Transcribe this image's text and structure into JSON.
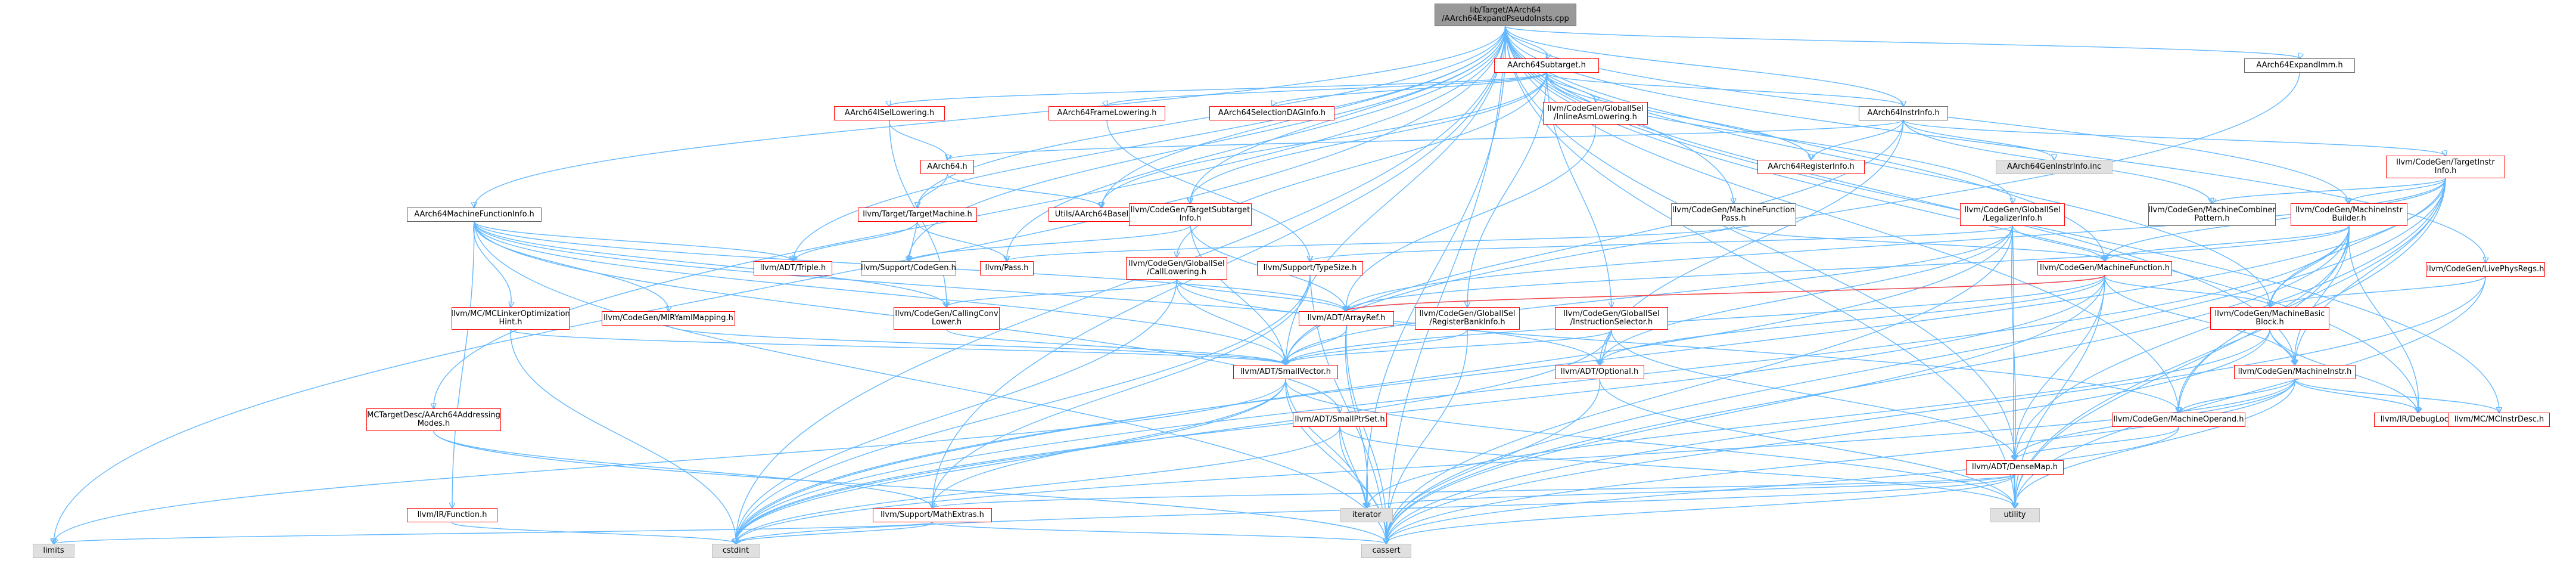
{
  "colors": {
    "edge": "#63b8ff",
    "edge_highlight": "#ff4040",
    "node_border_red": "#ff0000",
    "node_border_gray": "#666666",
    "root_fill": "#999999",
    "std_fill": "#e0e0e0"
  },
  "nodes": [
    {
      "id": "root",
      "kind": "root",
      "lines": [
        "lib/Target/AArch64",
        "/AArch64ExpandPseudoInsts.cpp"
      ]
    },
    {
      "id": "subtarget",
      "kind": "red",
      "lines": [
        "AArch64Subtarget.h"
      ]
    },
    {
      "id": "expandimm",
      "kind": "ext",
      "lines": [
        "AArch64ExpandImm.h"
      ]
    },
    {
      "id": "isellowering",
      "kind": "red",
      "lines": [
        "AArch64ISelLowering.h"
      ]
    },
    {
      "id": "framelowering",
      "kind": "red",
      "lines": [
        "AArch64FrameLowering.h"
      ]
    },
    {
      "id": "selectiondag",
      "kind": "red",
      "lines": [
        "AArch64SelectionDAGInfo.h"
      ]
    },
    {
      "id": "inlineasm",
      "kind": "red",
      "lines": [
        "llvm/CodeGen/GlobalISel",
        "/InlineAsmLowering.h"
      ]
    },
    {
      "id": "instrinfo",
      "kind": "ext",
      "lines": [
        "AArch64InstrInfo.h"
      ]
    },
    {
      "id": "aarch64h",
      "kind": "red",
      "lines": [
        "AArch64.h"
      ]
    },
    {
      "id": "reginfo",
      "kind": "red",
      "lines": [
        "AArch64RegisterInfo.h"
      ]
    },
    {
      "id": "geninstrinfo",
      "kind": "std",
      "lines": [
        "AArch64GenInstrInfo.inc"
      ]
    },
    {
      "id": "targetinstrinfo",
      "kind": "red",
      "lines": [
        "llvm/CodeGen/TargetInstr",
        "Info.h"
      ]
    },
    {
      "id": "machinefuncinfo",
      "kind": "ext",
      "lines": [
        "AArch64MachineFunctionInfo.h"
      ]
    },
    {
      "id": "targetmachine",
      "kind": "red",
      "lines": [
        "llvm/Target/TargetMachine.h"
      ]
    },
    {
      "id": "basicinfo",
      "kind": "red",
      "lines": [
        "Utils/AArch64BaseInfo.h"
      ]
    },
    {
      "id": "targetsubtarget",
      "kind": "red",
      "lines": [
        "llvm/CodeGen/TargetSubtarget",
        "Info.h"
      ]
    },
    {
      "id": "mfpass",
      "kind": "ext",
      "lines": [
        "llvm/CodeGen/MachineFunction",
        "Pass.h"
      ]
    },
    {
      "id": "legalizer",
      "kind": "red",
      "lines": [
        "llvm/CodeGen/GlobalISel",
        "/LegalizerInfo.h"
      ]
    },
    {
      "id": "combiner",
      "kind": "ext",
      "lines": [
        "llvm/CodeGen/MachineCombiner",
        "Pattern.h"
      ]
    },
    {
      "id": "mibuilder",
      "kind": "red",
      "lines": [
        "llvm/CodeGen/MachineInstr",
        "Builder.h"
      ]
    },
    {
      "id": "livephys",
      "kind": "red",
      "lines": [
        "llvm/CodeGen/LivePhysRegs.h"
      ]
    },
    {
      "id": "triple",
      "kind": "red",
      "lines": [
        "llvm/ADT/Triple.h"
      ]
    },
    {
      "id": "codegen",
      "kind": "ext",
      "lines": [
        "llvm/Support/CodeGen.h"
      ]
    },
    {
      "id": "pass",
      "kind": "red",
      "lines": [
        "llvm/Pass.h"
      ]
    },
    {
      "id": "calllowering",
      "kind": "red",
      "lines": [
        "llvm/CodeGen/GlobalISel",
        "/CallLowering.h"
      ]
    },
    {
      "id": "typesize",
      "kind": "red",
      "lines": [
        "llvm/Support/TypeSize.h"
      ]
    },
    {
      "id": "machinefunction",
      "kind": "red",
      "lines": [
        "llvm/CodeGen/MachineFunction.h"
      ]
    },
    {
      "id": "mclinker",
      "kind": "red",
      "lines": [
        "llvm/MC/MCLinkerOptimization",
        "Hint.h"
      ]
    },
    {
      "id": "mirmapping",
      "kind": "red",
      "lines": [
        "llvm/CodeGen/MIRYamlMapping.h"
      ]
    },
    {
      "id": "callingconv",
      "kind": "red",
      "lines": [
        "llvm/CodeGen/CallingConv",
        "Lower.h"
      ]
    },
    {
      "id": "arrayref",
      "kind": "red",
      "lines": [
        "llvm/ADT/ArrayRef.h"
      ]
    },
    {
      "id": "regbank",
      "kind": "red",
      "lines": [
        "llvm/CodeGen/GlobalISel",
        "/RegisterBankInfo.h"
      ]
    },
    {
      "id": "instselector",
      "kind": "red",
      "lines": [
        "llvm/CodeGen/GlobalISel",
        "/InstructionSelector.h"
      ]
    },
    {
      "id": "mbb",
      "kind": "red",
      "lines": [
        "llvm/CodeGen/MachineBasic",
        "Block.h"
      ]
    },
    {
      "id": "smallvector",
      "kind": "red",
      "lines": [
        "llvm/ADT/SmallVector.h"
      ]
    },
    {
      "id": "optional",
      "kind": "red",
      "lines": [
        "llvm/ADT/Optional.h"
      ]
    },
    {
      "id": "machineinstr",
      "kind": "red",
      "lines": [
        "llvm/CodeGen/MachineInstr.h"
      ]
    },
    {
      "id": "addrmodes",
      "kind": "red",
      "lines": [
        "MCTargetDesc/AArch64Addressing",
        "Modes.h"
      ]
    },
    {
      "id": "smallptrset",
      "kind": "red",
      "lines": [
        "llvm/ADT/SmallPtrSet.h"
      ]
    },
    {
      "id": "machineoperand",
      "kind": "red",
      "lines": [
        "llvm/CodeGen/MachineOperand.h"
      ]
    },
    {
      "id": "debugloc",
      "kind": "red",
      "lines": [
        "llvm/IR/DebugLoc.h"
      ]
    },
    {
      "id": "mcinstrdesc",
      "kind": "red",
      "lines": [
        "llvm/MC/MCInstrDesc.h"
      ]
    },
    {
      "id": "densemap",
      "kind": "red",
      "lines": [
        "llvm/ADT/DenseMap.h"
      ]
    },
    {
      "id": "irfunction",
      "kind": "red",
      "lines": [
        "llvm/IR/Function.h"
      ]
    },
    {
      "id": "mathextras",
      "kind": "red",
      "lines": [
        "llvm/Support/MathExtras.h"
      ]
    },
    {
      "id": "iterator",
      "kind": "std",
      "lines": [
        "iterator"
      ]
    },
    {
      "id": "utility",
      "kind": "std",
      "lines": [
        "utility"
      ]
    },
    {
      "id": "limits",
      "kind": "std",
      "lines": [
        "limits"
      ]
    },
    {
      "id": "cstdint",
      "kind": "std",
      "lines": [
        "cstdint"
      ]
    },
    {
      "id": "cassert",
      "kind": "std",
      "lines": [
        "cassert"
      ]
    }
  ]
}
